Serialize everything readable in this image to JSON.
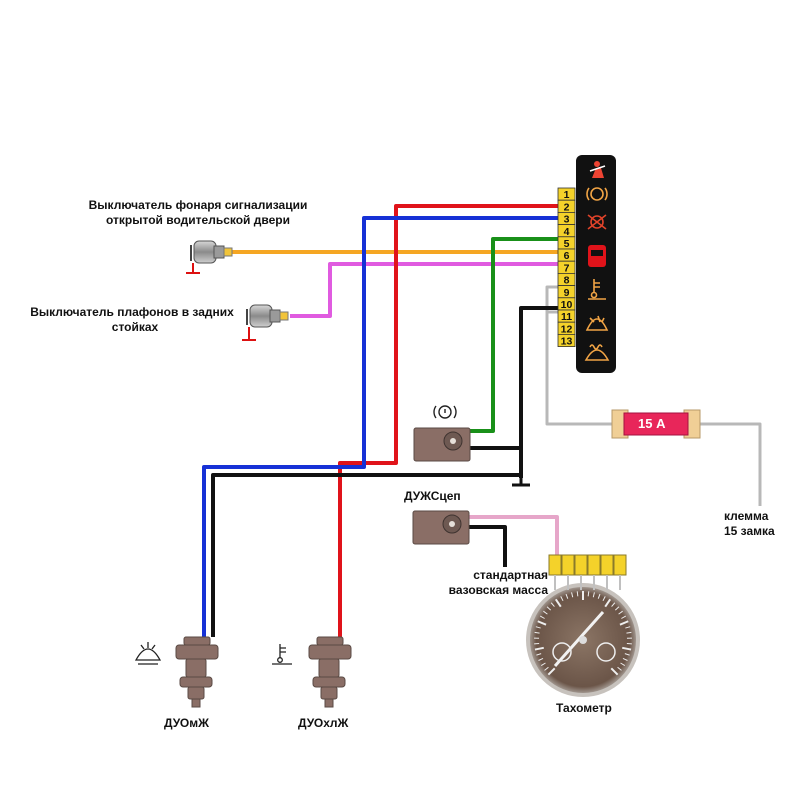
{
  "labels": {
    "door_switch": [
      "Выключатель фонаря сигнализации",
      "открытой водительской двери"
    ],
    "rear_switch": [
      "Выключатель плафонов в задних",
      "стойках"
    ],
    "duzh": "ДУЖСцеп",
    "mass": [
      "стандартная",
      "вазовская масса"
    ],
    "terminal": [
      "клемма",
      "15 замка"
    ],
    "duomzh": "ДУОмЖ",
    "duohlzh": "ДУОхлЖ",
    "tacho": "Тахометр",
    "fuse": "15 А"
  },
  "connector_pins": [
    "1",
    "2",
    "3",
    "4",
    "5",
    "6",
    "7",
    "8",
    "9",
    "10",
    "11",
    "12",
    "13"
  ],
  "indicator_icons": [
    "seatbelt-warning-icon",
    "lamp-failure-icon",
    "brake-pad-icon",
    "door-open-icon",
    "coolant-level-icon",
    "washer-fluid-icon",
    "parking-brake-icon"
  ],
  "wire_colors": {
    "red": "#e0131a",
    "blue": "#1631d6",
    "green": "#199019",
    "orange": "#f5a623",
    "pink": "#e05be0",
    "gray": "#b8b8b8",
    "black": "#111111",
    "light_pink": "#e6a6c9"
  },
  "colors": {
    "panel": "#111111",
    "connector": "#f4d22a",
    "fuse": "#e8265a",
    "fuse_caps": "#f0cf96",
    "sensor": "#8a6e66"
  }
}
